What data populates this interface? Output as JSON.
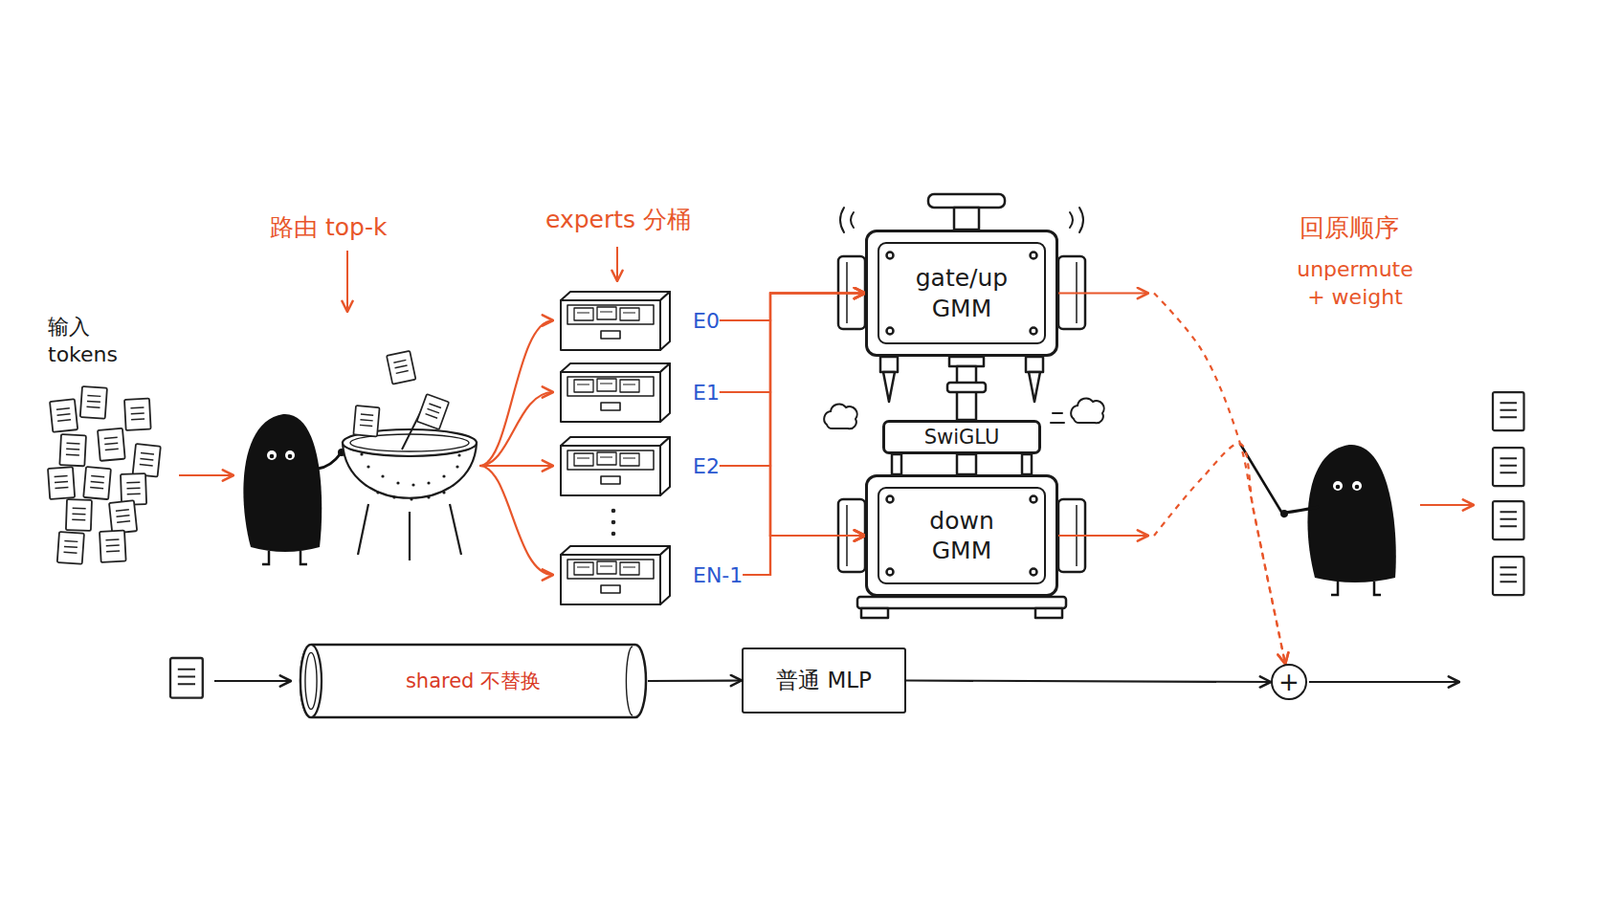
{
  "diagram": {
    "nodes": [
      {
        "text": [
          "E0"
        ]
      },
      {
        "text": [
          "E1"
        ]
      },
      {
        "text": [
          "E2"
        ]
      },
      {
        "text": [
          "EN-1"
        ]
      },
      {
        "text": [
          "gate/up GMM"
        ]
      },
      {
        "text": [
          "SwiGLU"
        ]
      },
      {
        "text": [
          "down GMM"
        ]
      },
      {
        "text": [
          "shared 不替换"
        ]
      },
      {
        "text": [
          "普通 MLP"
        ]
      },
      {
        "text": [
          "+"
        ]
      }
    ],
    "edges": [
      {
        "from": 0,
        "to": 4,
        "arrow": "to"
      },
      {
        "from": 1,
        "to": 4,
        "arrow": "to"
      },
      {
        "from": 2,
        "to": 4,
        "arrow": "to"
      },
      {
        "from": 3,
        "to": 4,
        "arrow": "to"
      },
      {
        "from": 0,
        "to": 6,
        "arrow": "to"
      },
      {
        "from": 1,
        "to": 6,
        "arrow": "to"
      },
      {
        "from": 2,
        "to": 6,
        "arrow": "to"
      },
      {
        "from": 3,
        "to": 6,
        "arrow": "to"
      },
      {
        "from": 4,
        "to": 9,
        "arrow": "to"
      },
      {
        "from": 6,
        "to": 9,
        "arrow": "to"
      },
      {
        "from": 7,
        "to": 8,
        "arrow": "to"
      },
      {
        "from": 8,
        "to": 9,
        "arrow": "to"
      }
    ],
    "labels": [
      "输入 tokens",
      "路由 top-k",
      "experts 分桶",
      "回原顺序",
      "unpermute + weight"
    ]
  }
}
